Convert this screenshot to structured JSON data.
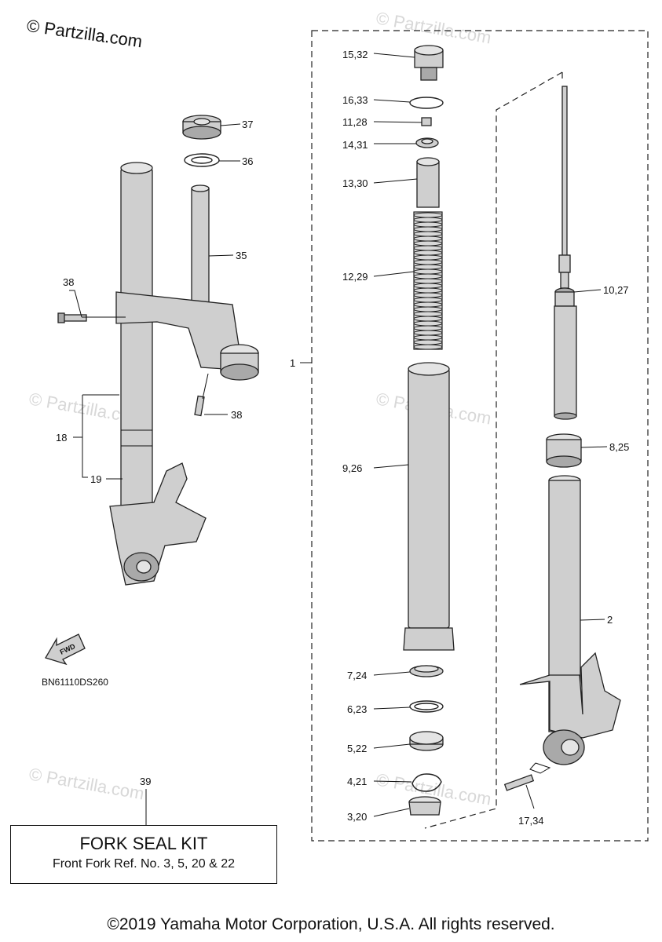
{
  "brand_watermark": "© Partzilla.com",
  "watermark_text": "© Partzilla.com",
  "diagram_code": "BN61110DS260",
  "fwd_icon_label": "FWD",
  "callouts": {
    "c1": "1",
    "c2": "2",
    "c3_20": "3,20",
    "c4_21": "4,21",
    "c5_22": "5,22",
    "c6_23": "6,23",
    "c7_24": "7,24",
    "c8_25": "8,25",
    "c9_26": "9,26",
    "c10_27": "10,27",
    "c11_28": "11,28",
    "c12_29": "12,29",
    "c13_30": "13,30",
    "c14_31": "14,31",
    "c15_32": "15,32",
    "c16_33": "16,33",
    "c17_34": "17,34",
    "c18": "18",
    "c19": "19",
    "c35": "35",
    "c36": "36",
    "c37": "37",
    "c38_top": "38",
    "c38_bottom": "38",
    "c39": "39"
  },
  "kit": {
    "title": "FORK SEAL KIT",
    "subtitle": "Front Fork Ref. No. 3, 5, 20 & 22"
  },
  "copyright": "©2019 Yamaha Motor Corporation, U.S.A. All rights reserved.",
  "colors": {
    "part_fill": "#cfcfcf",
    "outline": "#222222",
    "watermark": "#d8d8d8"
  }
}
